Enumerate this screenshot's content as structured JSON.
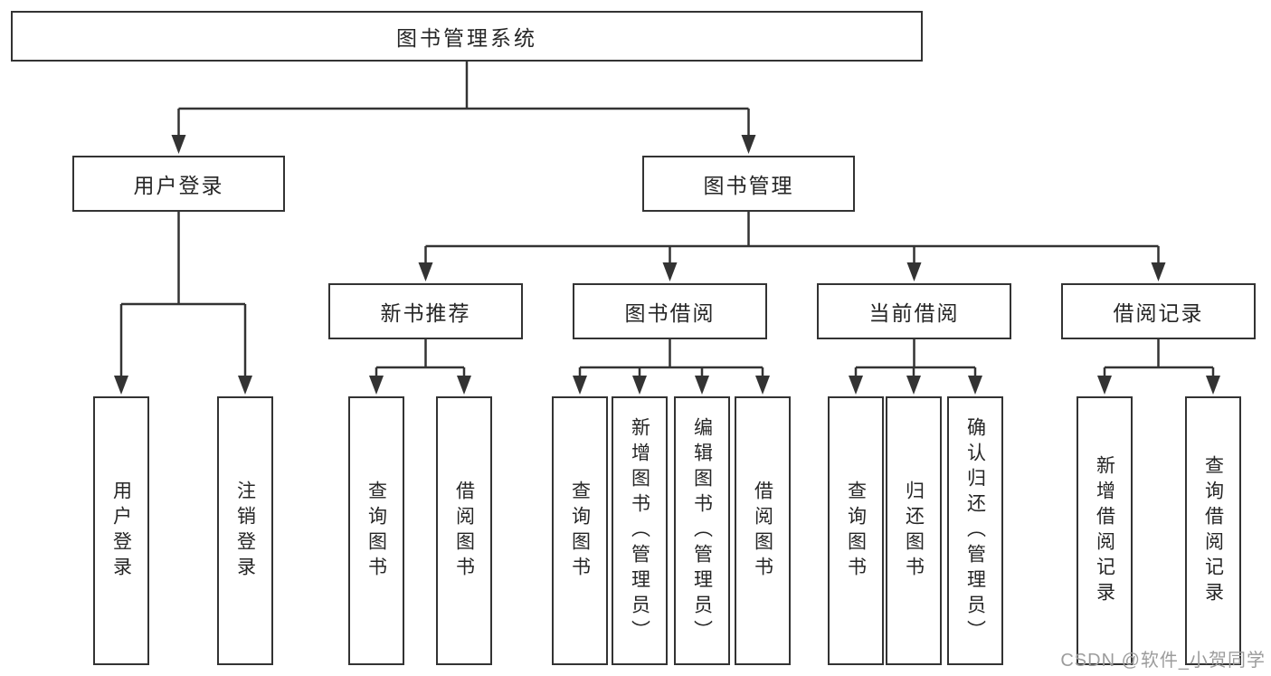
{
  "diagram": {
    "type": "hierarchy-tree",
    "root": {
      "label": "图书管理系统",
      "children": [
        {
          "label": "用户登录",
          "children": [
            {
              "label": "用户登录"
            },
            {
              "label": "注销登录"
            }
          ]
        },
        {
          "label": "图书管理",
          "children": [
            {
              "label": "新书推荐",
              "children": [
                {
                  "label": "查询图书"
                },
                {
                  "label": "借阅图书"
                }
              ]
            },
            {
              "label": "图书借阅",
              "children": [
                {
                  "label": "查询图书"
                },
                {
                  "label": "新增图书（管理员）"
                },
                {
                  "label": "编辑图书（管理员）"
                },
                {
                  "label": "借阅图书"
                }
              ]
            },
            {
              "label": "当前借阅",
              "children": [
                {
                  "label": "查询图书"
                },
                {
                  "label": "归还图书"
                },
                {
                  "label": "确认归还（管理员）"
                }
              ]
            },
            {
              "label": "借阅记录",
              "children": [
                {
                  "label": "新增借阅记录"
                },
                {
                  "label": "查询借阅记录"
                }
              ]
            }
          ]
        }
      ]
    }
  },
  "watermark": {
    "text": "CSDN @软件_小贺同学",
    "color": "#9c9c9c"
  },
  "colors": {
    "background": "#ffffff",
    "line": "#333333",
    "box_border": "#333333",
    "text": "#262626"
  }
}
